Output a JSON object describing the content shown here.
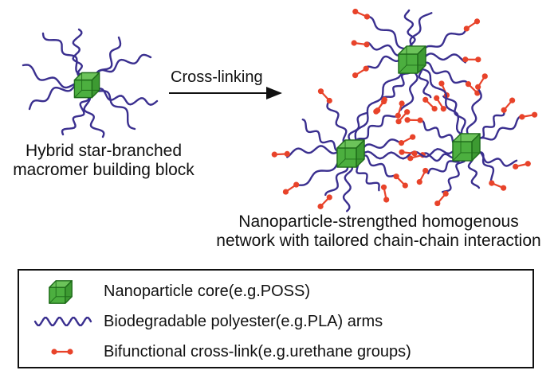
{
  "arrow_label": "Cross-linking",
  "star_caption": {
    "line1": "Hybrid star-branched",
    "line2": "macromer building block"
  },
  "network_caption": {
    "line1": "Nanoparticle-strengthed homogenous",
    "line2": "network with tailored chain-chain interaction"
  },
  "legend": [
    {
      "symbol": "cube-icon",
      "label": "Nanoparticle core(e.g.POSS)"
    },
    {
      "symbol": "wavy-chain-icon",
      "label": "Biodegradable polyester(e.g.PLA) arms"
    },
    {
      "symbol": "crosslink-icon",
      "label": "Bifunctional cross-link(e.g.urethane groups)"
    }
  ],
  "colors": {
    "cube_fill": "#4caf3f",
    "cube_stroke": "#1e6b1a",
    "chain": "#3a2f8f",
    "crosslink": "#e8432a",
    "text": "#111111"
  }
}
